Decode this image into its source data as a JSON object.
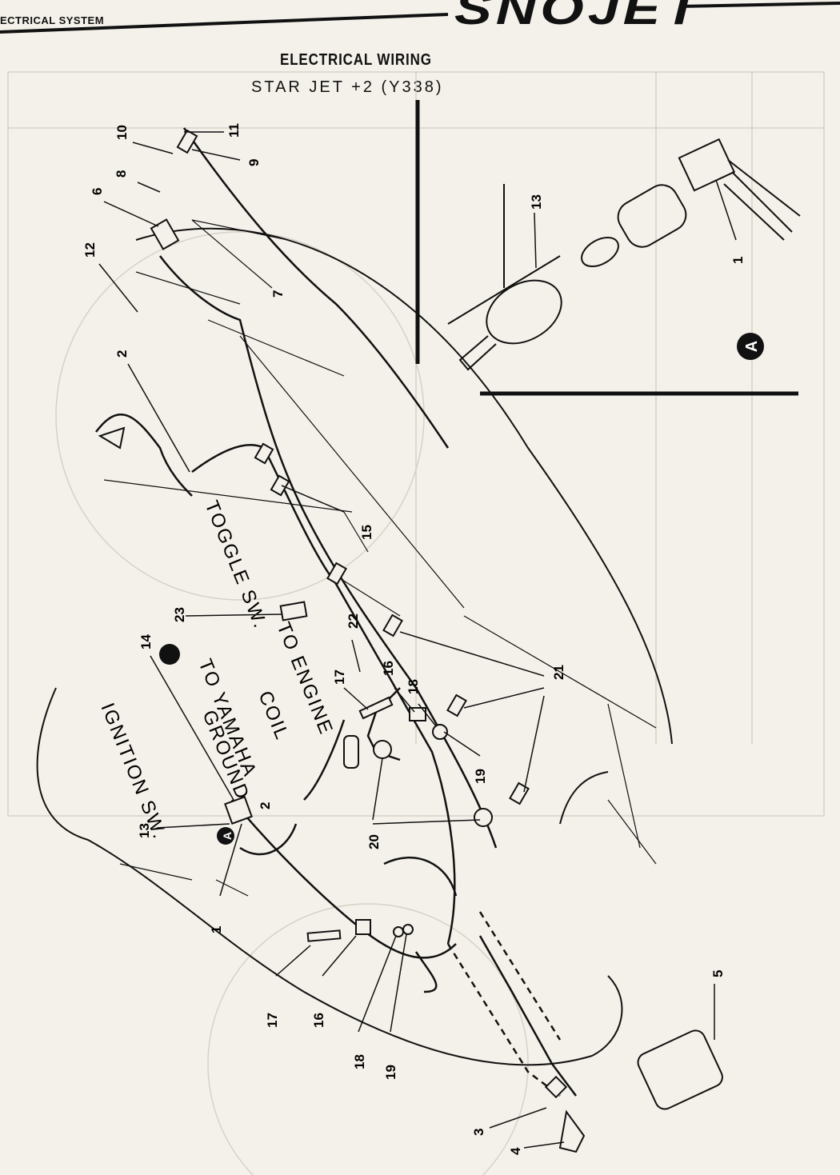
{
  "header": {
    "section_label": "ECTRICAL SYSTEM",
    "brand": "SNOJET"
  },
  "title": {
    "main": "ELECTRICAL WIRING",
    "subtitle": "STAR JET +2 (Y338)"
  },
  "annotations": {
    "toggle_sw": "TOGGLE SW.",
    "to_engine": "TO ENGINE",
    "coil": "COIL",
    "to_yamaha": "TO YAMAHA",
    "ground": "GROUND",
    "ignition_sw": "IGNITION SW.",
    "detail_marker": "A"
  },
  "callouts": [
    "10",
    "11",
    "9",
    "8",
    "6",
    "7",
    "12",
    "2",
    "15",
    "23",
    "22",
    "21",
    "14",
    "17",
    "16",
    "18",
    "19",
    "20",
    "13",
    "1",
    "2",
    "17",
    "16",
    "18",
    "19",
    "5",
    "3",
    "4",
    "13",
    "1"
  ],
  "colors": {
    "ink": "#111111",
    "paper": "#f4f1ea",
    "ghost": "#c9c4ba"
  }
}
